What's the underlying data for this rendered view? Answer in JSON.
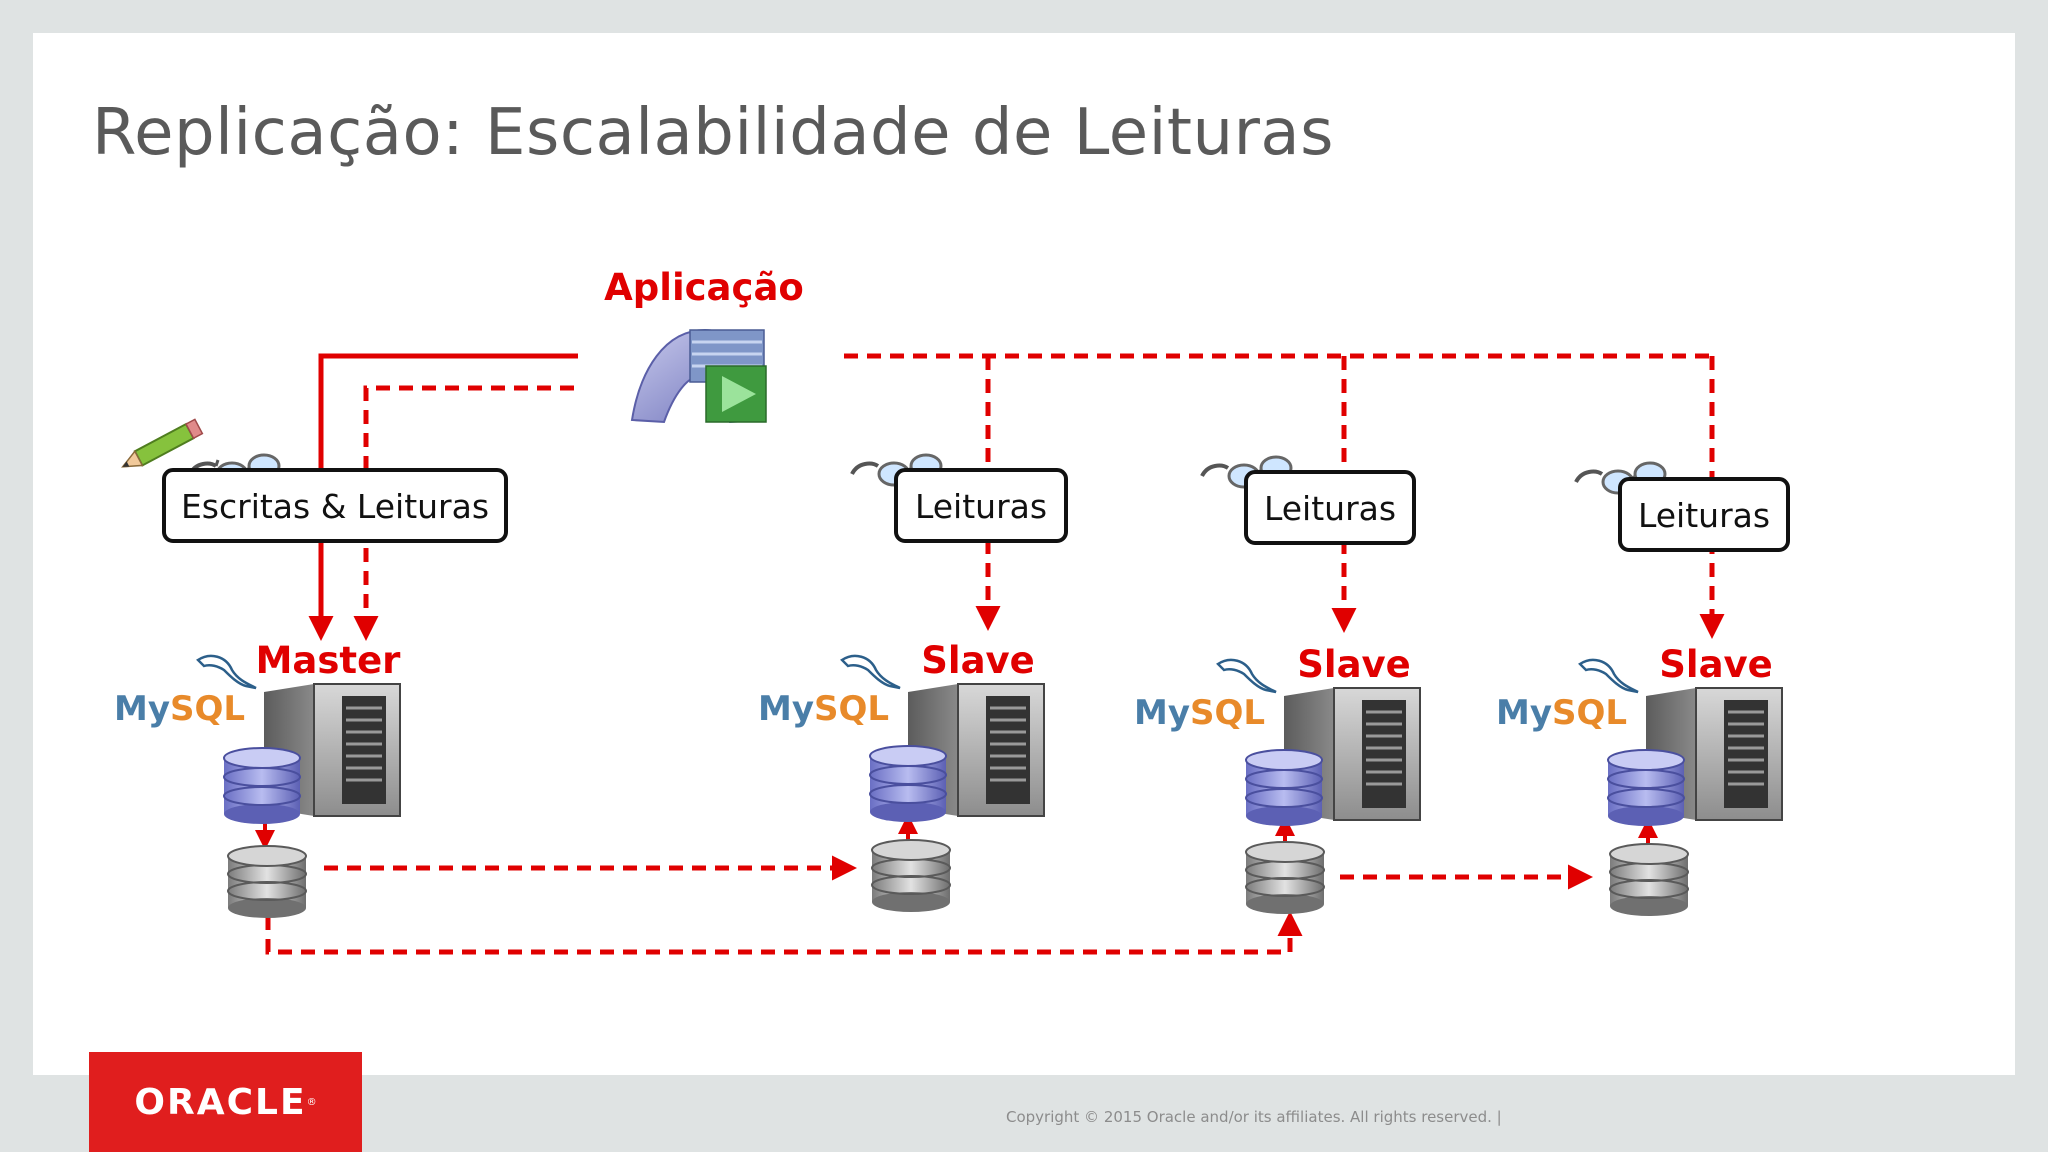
{
  "title": "Replicação: Escalabilidade de Leituras",
  "application": {
    "label": "Aplicação"
  },
  "boxes": {
    "master": "Escritas & Leituras",
    "slave1": "Leituras",
    "slave2": "Leituras",
    "slave3": "Leituras"
  },
  "servers": {
    "master": "Master",
    "slave1": "Slave",
    "slave2": "Slave",
    "slave3": "Slave"
  },
  "mysql_logo_text": {
    "my": "My",
    "sql": "SQL"
  },
  "footer": {
    "logo": "ORACLE",
    "copyright": "Copyright © 2015 Oracle and/or its affiliates. All rights reserved.  |"
  },
  "colors": {
    "accent": "#e00000",
    "title": "#5a5a5a",
    "oracle_red": "#e01e1e"
  }
}
